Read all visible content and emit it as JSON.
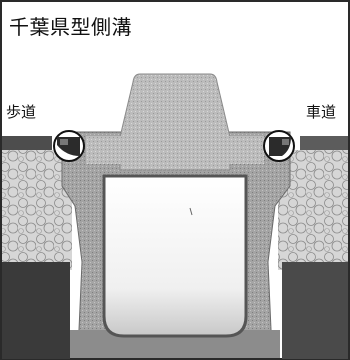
{
  "title": "千葉県型側溝",
  "labels": {
    "left": "歩道",
    "right": "車道"
  },
  "colors": {
    "frame": "#2a2a2a",
    "concrete": "#9a9a9a",
    "concrete_light": "#b9b9b9",
    "gravel": "#d4d4d4",
    "soil": "#3a3a3a",
    "pavement": "#5c5c5c",
    "channel_water": "#f2f2f2",
    "marker_circle": "#111111",
    "marker_fill": "#2b2b2b"
  },
  "icons": {
    "left_marker": "circled-corner-marker-icon",
    "right_marker": "circled-corner-marker-icon"
  }
}
